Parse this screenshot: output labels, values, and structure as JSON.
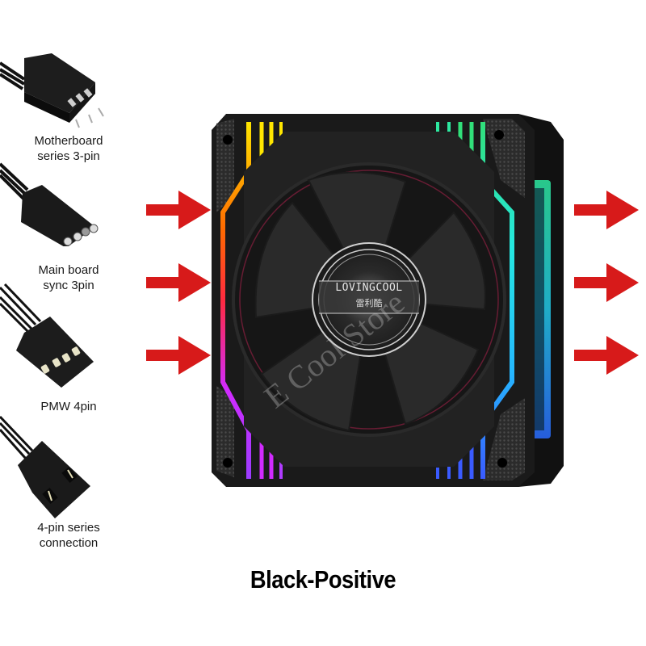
{
  "connectors": [
    {
      "id": "motherboard-3pin",
      "icon": "rgb-3pin-connector-icon",
      "label_lines": [
        "Motherboard",
        "series 3-pin"
      ]
    },
    {
      "id": "main-board-sync",
      "icon": "sync-3pin-connector-icon",
      "label_lines": [
        "Main board",
        "sync 3pin"
      ]
    },
    {
      "id": "pwm-4pin",
      "icon": "pwm-4pin-connector-icon",
      "label_lines": [
        "PMW 4pin"
      ]
    },
    {
      "id": "4pin-series",
      "icon": "4pin-series-connector-icon",
      "label_lines": [
        "4-pin series",
        "connection"
      ]
    }
  ],
  "fan": {
    "brand": "LOVINGCOOL",
    "brand_cn": "雷利酷",
    "rgb_colors": [
      "#ffe600",
      "#ff7a00",
      "#ff2a2a",
      "#d12bff",
      "#9b3cff",
      "#3a5bff",
      "#25d0ff",
      "#2de8c0",
      "#31e07a"
    ]
  },
  "airflow": {
    "arrow_color": "#d71a1a",
    "inlet_arrows": 3,
    "outlet_arrows": 3
  },
  "watermark": "E Cool Store",
  "caption": "Black-Positive"
}
